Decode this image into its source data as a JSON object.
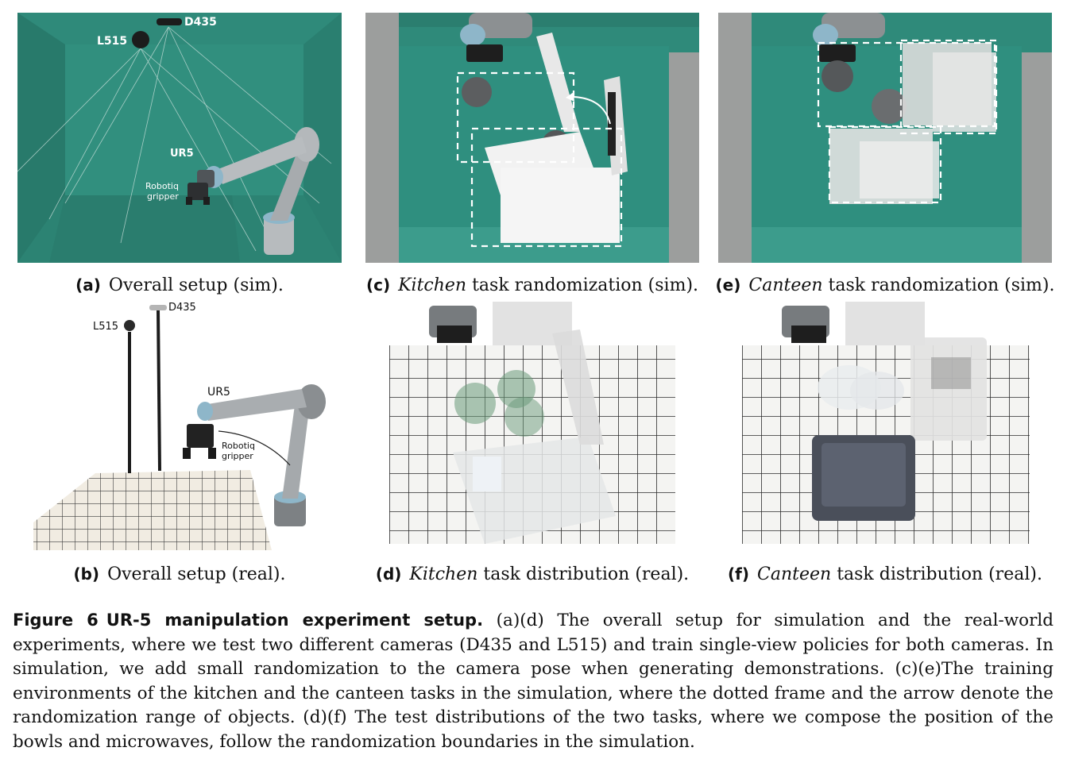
{
  "panels": {
    "a": {
      "label": "(a)",
      "caption": "Overall setup (sim).",
      "annotations": {
        "cam1": "L515",
        "cam2": "D435",
        "robot": "UR5",
        "gripper_line1": "Robotiq",
        "gripper_line2": "gripper"
      }
    },
    "b": {
      "label": "(b)",
      "caption": "Overall setup (real).",
      "annotations": {
        "cam1": "L515",
        "cam2": "D435",
        "robot": "UR5",
        "gripper_line1": "Robotiq",
        "gripper_line2": "gripper"
      }
    },
    "c": {
      "label": "(c)",
      "caption_italic": "Kitchen",
      "caption_rest": "task randomization (sim)."
    },
    "d": {
      "label": "(d)",
      "caption_italic": "Kitchen",
      "caption_rest": "task distribution (real)."
    },
    "e": {
      "label": "(e)",
      "caption_italic": "Canteen",
      "caption_rest": "task randomization (sim)."
    },
    "f": {
      "label": "(f)",
      "caption_italic": "Canteen",
      "caption_rest": "task distribution (real)."
    }
  },
  "figure_caption": {
    "number": "Figure 6",
    "title": "UR-5 manipulation experiment setup.",
    "body": "(a)(d) The overall setup for simulation and the real-world experiments, where we test two different cameras (D435 and L515) and train single-view policies for both cameras. In simulation, we add small randomization to the camera pose when generating demonstrations. (c)(e)The training environments of the kitchen and the canteen tasks in the simulation, where the dotted frame and the arrow denote the randomization range of objects. (d)(f) The test distributions of the two tasks, where we compose the position of the bowls and microwaves, follow the randomization boundaries in the simulation."
  },
  "colors": {
    "sim_teal": "#2f8a7a",
    "sim_teal_dark": "#23705f",
    "sim_gray": "#9c9c9c",
    "robot_gray": "#a9adb0",
    "robot_blue": "#7fa9bf"
  }
}
